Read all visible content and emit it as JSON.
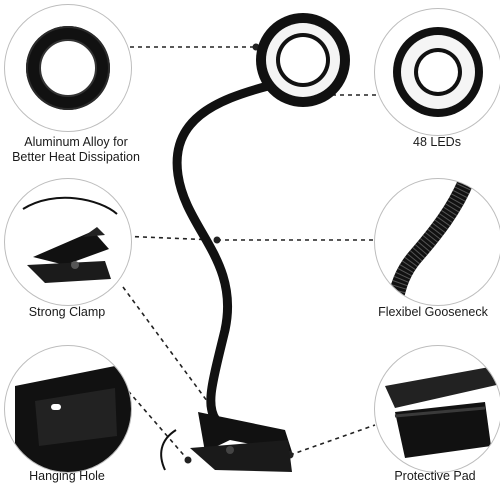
{
  "features": {
    "aluminum_alloy": {
      "line1": "Aluminum Alloy for",
      "line2": "Better Heat Dissipation"
    },
    "leds": {
      "label": "48 LEDs"
    },
    "strong_clamp": {
      "label": "Strong Clamp"
    },
    "gooseneck": {
      "label": "Flexibel Gooseneck"
    },
    "hanging_hole": {
      "label": "Hanging Hole"
    },
    "protective_pad": {
      "label": "Protective Pad"
    }
  },
  "colors": {
    "product": "#111111",
    "ring_light": "#f4f4f4",
    "dashed_line": "#222222",
    "circle_border": "#bdbdbd"
  },
  "icons": [
    "ring-back-icon",
    "ring-led-icon",
    "clamp-icon",
    "gooseneck-icon",
    "hanging-hole-icon",
    "protective-pad-icon"
  ]
}
